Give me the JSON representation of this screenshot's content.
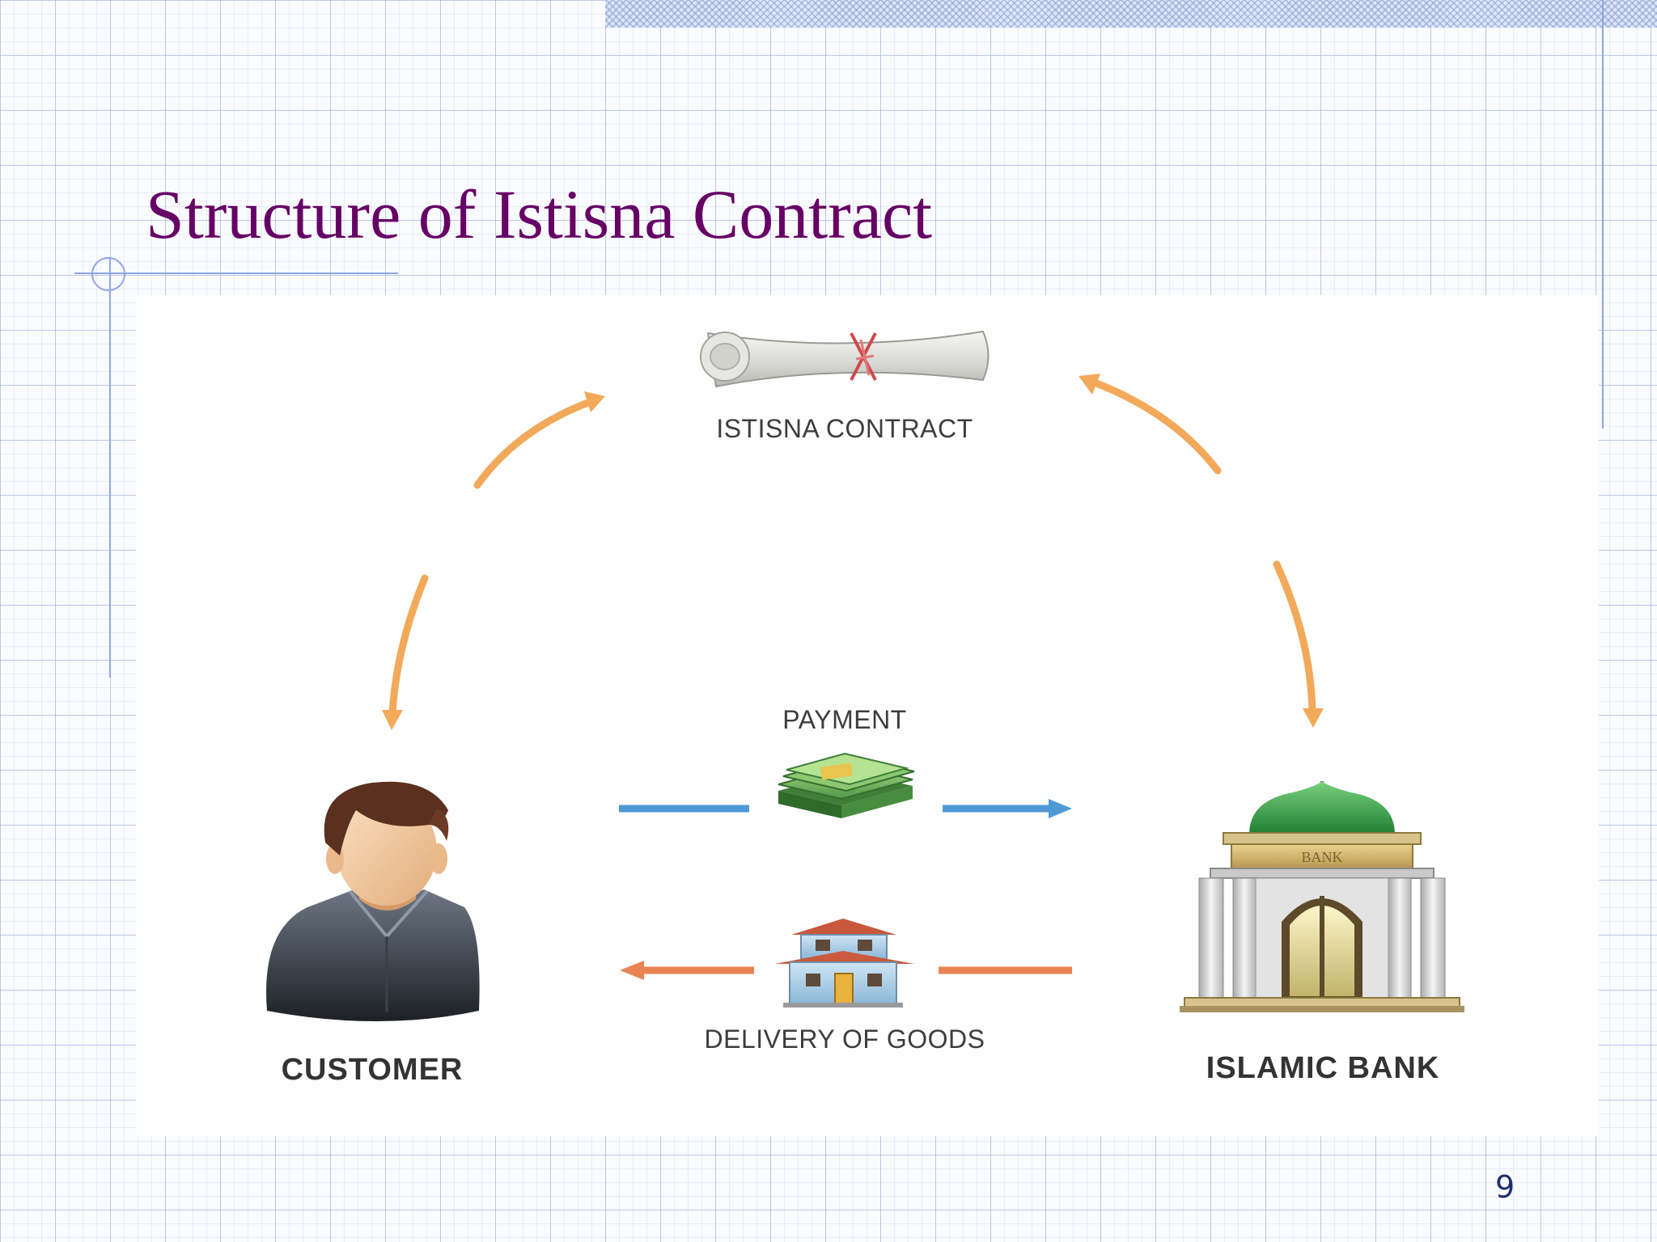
{
  "slide": {
    "title": "Structure of Istisna Contract",
    "page_number": "9"
  },
  "diagram": {
    "nodes": {
      "contract": {
        "label": "ISTISNA CONTRACT",
        "icon": "scroll-icon"
      },
      "customer": {
        "label": "CUSTOMER",
        "icon": "customer-avatar-icon"
      },
      "bank": {
        "label": "ISLAMIC BANK",
        "icon": "bank-building-icon",
        "sign_text": "BANK"
      }
    },
    "flows": {
      "payment": {
        "label": "PAYMENT",
        "icon": "cash-stack-icon",
        "from": "customer",
        "to": "bank"
      },
      "delivery": {
        "label": "DELIVERY OF GOODS",
        "icon": "house-icon",
        "from": "bank",
        "to": "customer"
      }
    }
  },
  "colors": {
    "title": "#660066",
    "cycle_arrow": "#f2a95a",
    "payment_arrow": "#4f9ad6",
    "delivery_arrow": "#ea8352",
    "page_number": "#1f2f6e"
  }
}
